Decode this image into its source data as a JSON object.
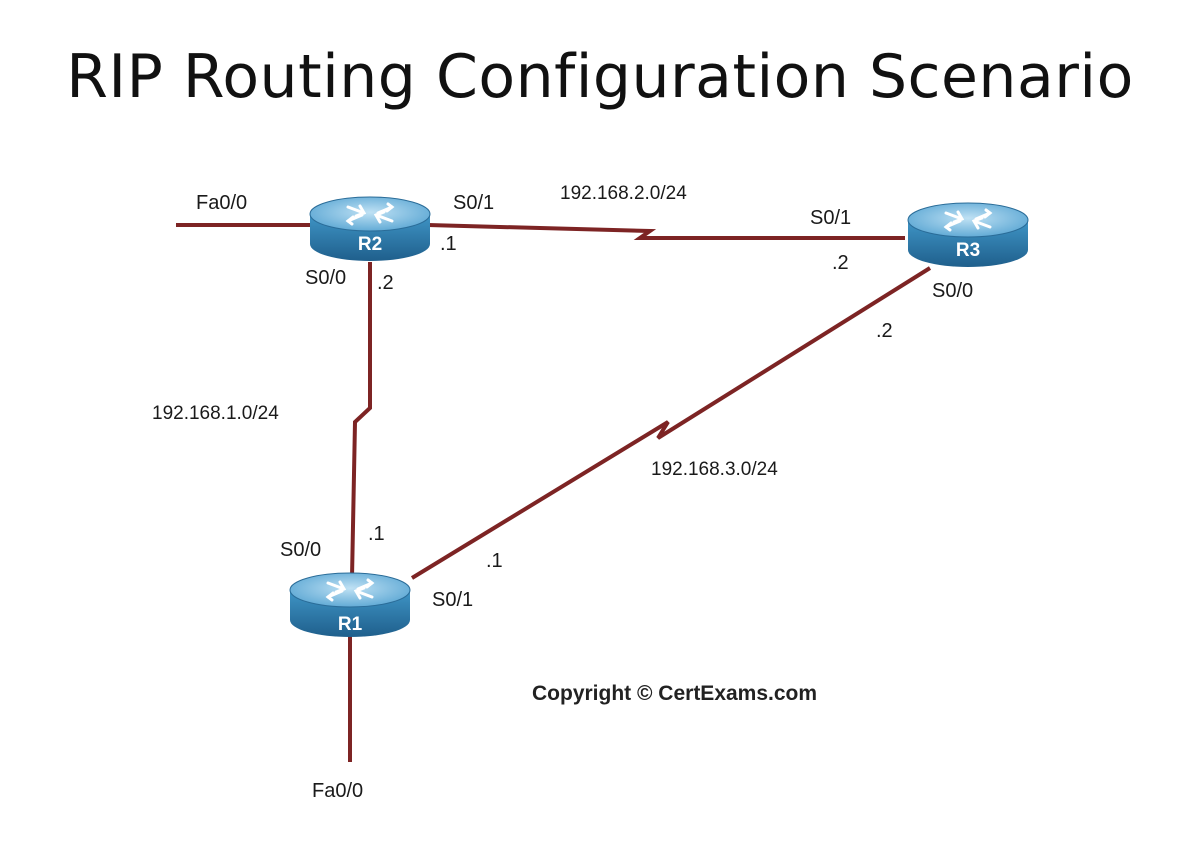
{
  "title": "RIP Routing Configuration Scenario",
  "routers": {
    "r1": {
      "name": "R1"
    },
    "r2": {
      "name": "R2"
    },
    "r3": {
      "name": "R3"
    }
  },
  "interfaces": {
    "r2_fa00": "Fa0/0",
    "r2_s01": "S0/1",
    "r2_s01_ip": ".1",
    "r2_s00": "S0/0",
    "r2_s00_ip": ".2",
    "r3_s01": "S0/1",
    "r3_s01_ip": ".2",
    "r3_s00": "S0/0",
    "r3_s00_ip": ".2",
    "r1_s00": "S0/0",
    "r1_s00_ip": ".1",
    "r1_s01": "S0/1",
    "r1_s01_ip": ".1",
    "r1_fa00": "Fa0/0"
  },
  "networks": {
    "r2_r3": "192.168.2.0/24",
    "r1_r2": "192.168.1.0/24",
    "r1_r3": "192.168.3.0/24"
  },
  "colors": {
    "link": "#7d2424",
    "router_body": "#2f7fb0",
    "router_top": "#8cc3e3"
  },
  "copyright": "Copyright © CertExams.com"
}
